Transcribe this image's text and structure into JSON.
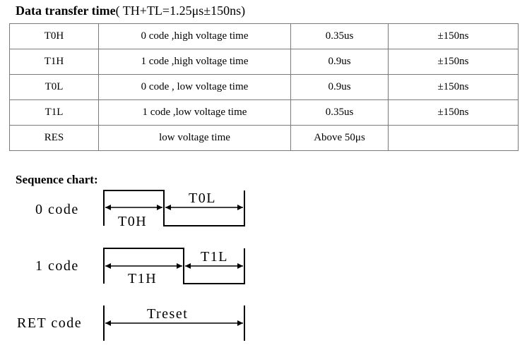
{
  "title": {
    "bold": "Data transfer time",
    "normal": "( TH+TL=1.25μs±150ns)"
  },
  "table": {
    "rows": [
      [
        "T0H",
        "0 code ,high voltage time",
        "0.35us",
        "±150ns"
      ],
      [
        "T1H",
        "1 code ,high voltage time",
        "0.9us",
        "±150ns"
      ],
      [
        "T0L",
        "0 code , low voltage time",
        "0.9us",
        "±150ns"
      ],
      [
        "T1L",
        "1 code ,low voltage time",
        "0.35us",
        "±150ns"
      ],
      [
        "RES",
        "low voltage time",
        "Above 50μs",
        ""
      ]
    ]
  },
  "sequence": {
    "heading": "Sequence chart:",
    "rows": [
      {
        "label": "0 code",
        "high_marker": "T0H",
        "low_marker": "T0L"
      },
      {
        "label": "1 code",
        "high_marker": "T1H",
        "low_marker": "T1L"
      },
      {
        "label": "RET code",
        "reset_marker": "Treset"
      }
    ]
  }
}
